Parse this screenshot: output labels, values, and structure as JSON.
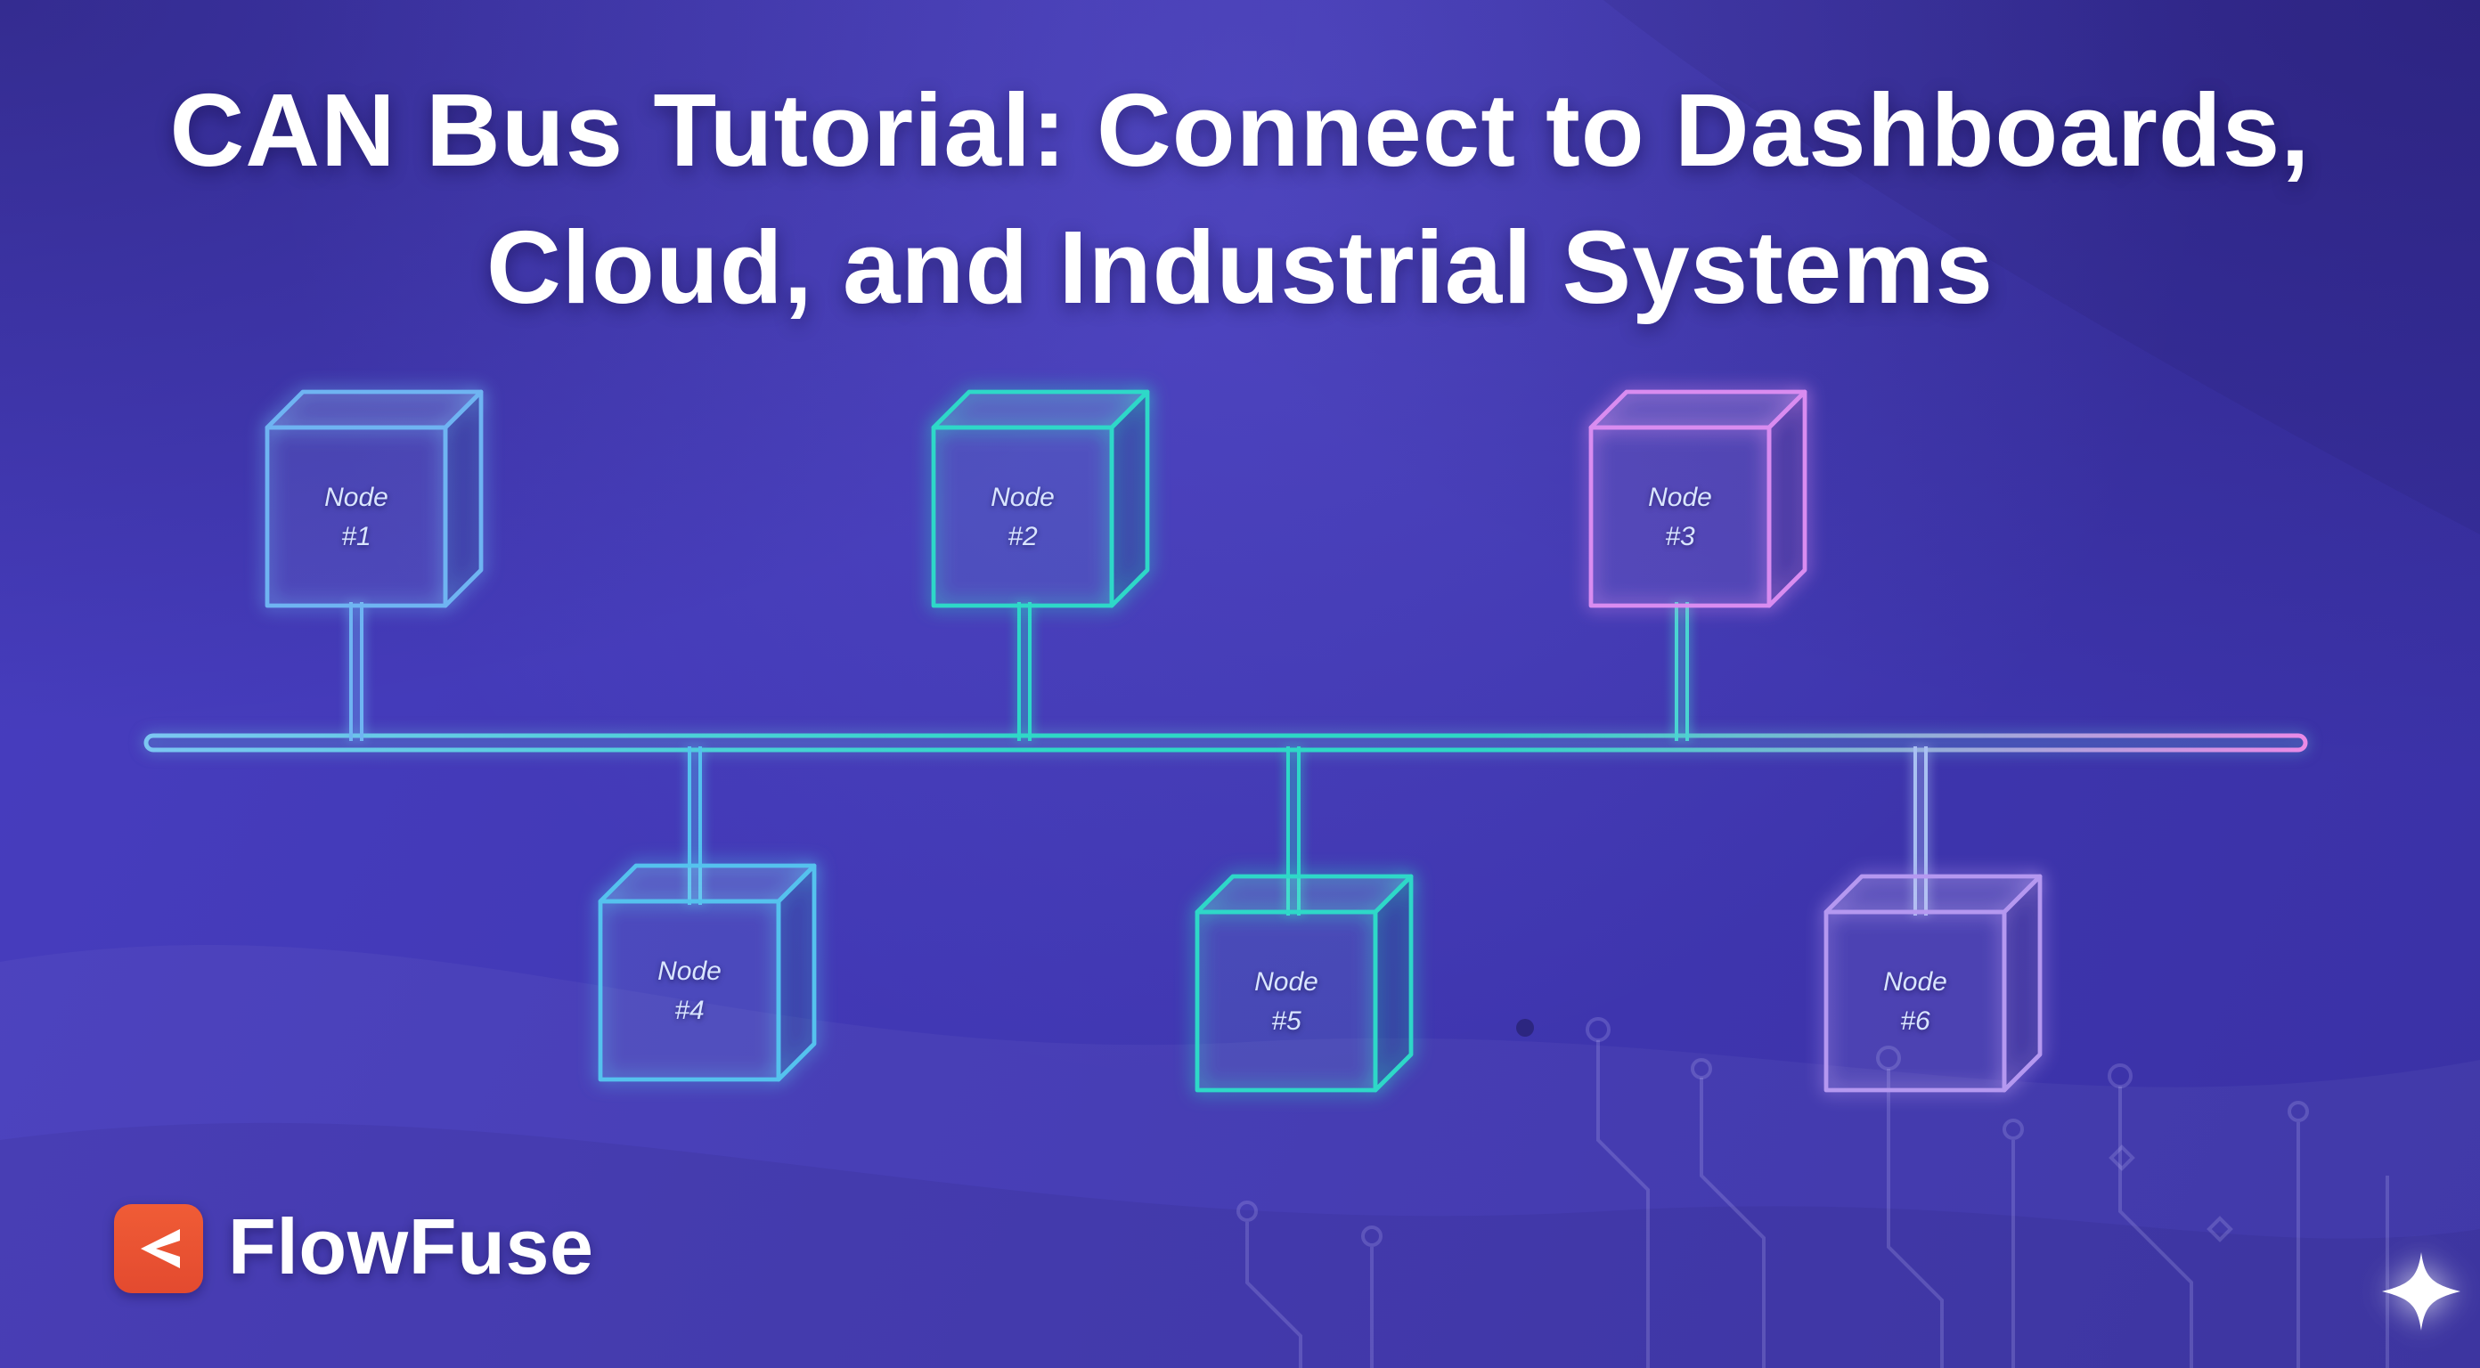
{
  "title": {
    "line1": "CAN Bus Tutorial: Connect to Dashboards,",
    "line2": "Cloud, and Industrial Systems"
  },
  "diagram": {
    "nodes": [
      {
        "label": "Node",
        "number": "#1"
      },
      {
        "label": "Node",
        "number": "#2"
      },
      {
        "label": "Node",
        "number": "#3"
      },
      {
        "label": "Node",
        "number": "#4"
      },
      {
        "label": "Node",
        "number": "#5"
      },
      {
        "label": "Node",
        "number": "#6"
      }
    ]
  },
  "brand": {
    "wordmark": "FlowFuse"
  },
  "icons": {
    "brand_icon": "flowfuse-logo-icon",
    "decoration": "sparkle-icon"
  },
  "colors": {
    "background": "#4138b4",
    "title_text": "#ffffff",
    "node_text": "#d9e5ff",
    "bus_start": "#7cc6f2",
    "bus_mid": "#2ed8c6",
    "bus_end": "#ea8ae6",
    "node1_edge": "#6fb4f2",
    "node2_edge": "#2ed8c8",
    "node3_edge": "#d98cf0",
    "node3_connector": "#4ad4d2",
    "node4_edge": "#55c2ee",
    "node5_edge": "#2ed8c8",
    "node6_edge": "#b598f0",
    "node6_connector": "#a9c0f2",
    "logo_bg": "#e34a2f"
  }
}
